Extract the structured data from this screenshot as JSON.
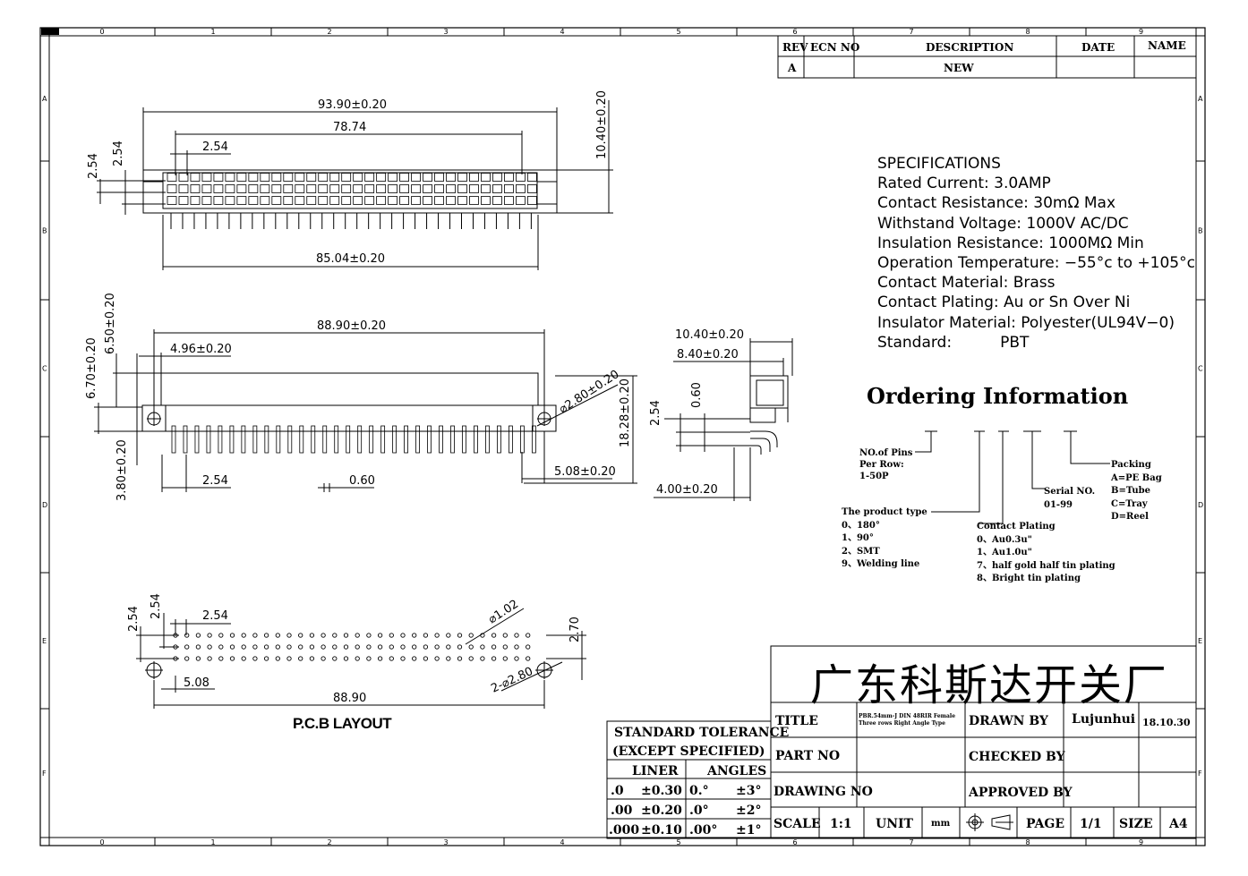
{
  "border": {
    "top_numbers": [
      "0",
      "1",
      "2",
      "3",
      "4",
      "5",
      "6",
      "7",
      "8",
      "9"
    ],
    "side_letters": [
      "A",
      "B",
      "C",
      "D",
      "E",
      "F"
    ]
  },
  "revision": {
    "headers": [
      "REV",
      "ECN NO",
      "DESCRIPTION",
      "DATE",
      "NAME"
    ],
    "row": [
      "A",
      "",
      "NEW",
      "",
      ""
    ]
  },
  "dimensions": {
    "top_view": [
      "93.90±0.20",
      "78.74",
      "2.54",
      "10.40±0.20",
      "2.54",
      "2.54",
      "85.04±0.20"
    ],
    "front_view": [
      "88.90±0.20",
      "4.96±0.20",
      "6.50±0.20",
      "6.70±0.20",
      "⌀2.80±0.20",
      "18.28±0.20",
      "3.80±0.20",
      "2.54",
      "0.60",
      "5.08±0.20"
    ],
    "side_view": [
      "10.40±0.20",
      "8.40±0.20",
      "2.54",
      "0.60",
      "4.00±0.20"
    ],
    "pcb": [
      "2.54",
      "2.54",
      "2.54",
      "⌀1.02",
      "2.70",
      "5.08",
      "2-⌀2.80",
      "88.90"
    ]
  },
  "pcb_layout_label": "P.C.B LAYOUT",
  "specifications": {
    "heading": "SPECIFICATIONS",
    "lines": [
      "Rated Current: 3.0AMP",
      "Contact Resistance: 30mΩ Max",
      "Withstand Voltage: 1000V AC/DC",
      "Insulation Resistance: 1000MΩ Min",
      "Operation Temperature: −55°c to +105°c",
      "Contact Material: Brass",
      "Contact Plating: Au or Sn Over Ni",
      "Insulator Material: Polyester(UL94V−0)",
      "Standard:          PBT"
    ]
  },
  "ordering": {
    "title": "Ordering Information",
    "pins": [
      "NO.of Pins",
      "Per Row:",
      "1-50P"
    ],
    "product_type": [
      "The product type",
      "0、180°",
      "1、90°",
      "2、SMT",
      "9、Welding line"
    ],
    "contact_plating": [
      "Contact Plating",
      "0、Au0.3u\"",
      "1、Au1.0u\"",
      "7、half gold half tin plating",
      "8、Bright tin plating"
    ],
    "serial": [
      "Serial NO.",
      "01-99"
    ],
    "packing": [
      "Packing",
      "A=PE Bag",
      "B=Tube",
      "C=Tray",
      "D=Reel"
    ]
  },
  "tolerance": {
    "title1": "STANDARD TOLERANCE",
    "title2": "(EXCEPT SPECIFIED)",
    "liner": "LINER",
    "angles": "ANGLES",
    "rows": [
      [
        ".0",
        "±0.30",
        "0.°",
        "±3°"
      ],
      [
        ".00",
        "±0.20",
        ".0°",
        "±2°"
      ],
      [
        ".000",
        "±0.10",
        ".00°",
        "±1°"
      ]
    ]
  },
  "title_block": {
    "company": "广东科斯达开关厂",
    "title_label": "TITLE",
    "title_value_1": "PBR.54mm-J DIN 48RIR Female",
    "title_value_2": "Three rows Right Angle Type",
    "drawn_by_label": "DRAWN BY",
    "drawn_by_value": "Lujunhui",
    "drawn_date": "18.10.30",
    "part_no_label": "PART NO",
    "checked_by_label": "CHECKED BY",
    "drawing_no_label": "DRAWING NO",
    "approved_by_label": "APPROVED BY",
    "scale_label": "SCALE",
    "scale_value": "1:1",
    "unit_label": "UNIT",
    "unit_value": "mm",
    "page_label": "PAGE",
    "page_value": "1/1",
    "size_label": "SIZE",
    "size_value": "A4"
  }
}
